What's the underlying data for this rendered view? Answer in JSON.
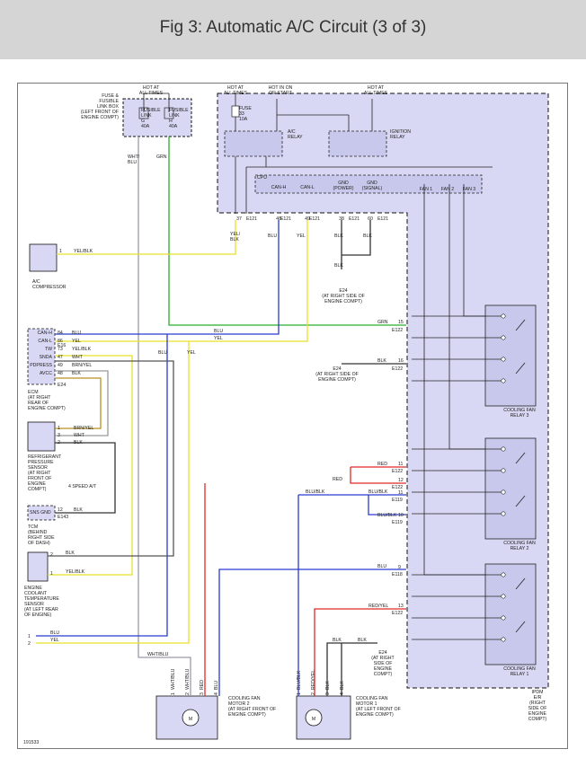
{
  "title": "Fig 3: Automatic A/C Circuit (3 of 3)",
  "colors": {
    "ipdm_fill": "#d8d8f4",
    "ipdm_border": "#000000",
    "grn": "#27b027",
    "blu": "#2a3bd0",
    "yel": "#e8e02a",
    "red": "#e02828",
    "gray": "#9a9aaa",
    "blk": "#222222"
  },
  "fuse_block": {
    "header": "HOT AT\nALL TIMES",
    "label": "FUSE &\nFUSIBLE\nLINK BOX\n(LEFT FRONT OF\nENGINE COMPT)",
    "link_g": "FUSIBLE\nLINK\nG\n40A",
    "link_h": "FUSIBLE\nLINK\nH\n40A"
  },
  "wire_labels": {
    "whtblu_top": "WHT/\nBLU",
    "grn_top": "GRN",
    "yelblk_upper": "YEL/\nBLK",
    "blu_upper": "BLU",
    "yel_upper": "YEL",
    "blk_e121a": "BLK",
    "blk_e121b": "BLK",
    "blk_down": "BLK",
    "ac_comp_wire": "YEL/BLK"
  },
  "ipdm_top": {
    "hot1": "HOT AT\nALL TIMES",
    "hot2": "HOT IN ON\nOR START",
    "hot3": "HOT AT\nALL TIMES",
    "fuse": "FUSE\n33\n10A",
    "ac_relay": "A/C\nRELAY",
    "ign_relay": "IGNITION\nRELAY",
    "cpu": "CPU",
    "canh": "CAN-H",
    "canl": "CAN-L",
    "gnd_power": "GND\n(POWER)",
    "gnd_signal": "GND\n(SIGNAL)",
    "fan1": "FAN 1",
    "fan2": "FAN 2",
    "fan3": "FAN 3"
  },
  "ipdm_pins_bottom": [
    "37",
    "E121",
    "48",
    "E121",
    "49",
    "E121",
    "38",
    "E121",
    "60",
    "E121"
  ],
  "e24_top": "E24\n(AT RIGHT SIDE OF\nENGINE COMPT)",
  "e24_mid": "E24\n(AT RIGHT SIDE OF\nENGINE COMPT)",
  "e24_bottom": "E24\n(AT RIGHT\nSIDE OF\nENGINE\nCOMPT)",
  "ac_compressor": {
    "label": "A/C\nCOMPRESSOR",
    "pin": "1"
  },
  "ecm": {
    "pins": [
      "CAN-H",
      "CAN-L",
      "TW",
      "SNDA",
      "PDPRESS",
      "AVCC"
    ],
    "pin_nums": [
      "84",
      "86",
      "73",
      "47",
      "49",
      "48"
    ],
    "conn": "E16",
    "conn2": "E24",
    "label": "ECM\n(AT RIGHT\nREAR OF\nENGINE COMPT)",
    "wires": [
      "BLU",
      "YEL",
      "YEL/BLK",
      "WHT",
      "BRN/YEL",
      "BLK"
    ]
  },
  "refrig_sensor": {
    "label": "REFRIGERANT\nPRESSURE\nSENSOR\n(AT RIGHT\nFRONT OF\nENGINE\nCOMPT)",
    "pins": [
      "1",
      "3",
      "2"
    ],
    "wires": [
      "BRN/YEL",
      "WHT",
      "BLK"
    ]
  },
  "speed_note": "4 SPEED A/T",
  "tcm": {
    "pin_label": "SNS GND",
    "pin": "12",
    "conn": "E143",
    "wire": "BLK",
    "label": "TCM\n(BEHIND\nRIGHT SIDE\nOF DASH)"
  },
  "ect_sensor": {
    "label": "ENGINE\nCOOLANT\nTEMPERATURE\nSENSOR\n(AT LEFT REAR\nOF ENGINE)",
    "pins": [
      "2",
      "1"
    ],
    "wires": [
      "BLK",
      "YEL/BLK"
    ]
  },
  "left_leads": {
    "pins": [
      "1",
      "2"
    ],
    "wires": [
      "BLU",
      "YEL"
    ]
  },
  "mid_labels": {
    "blu_mid": "BLU",
    "yel_mid": "YEL",
    "blu_mid2": "BLU"
  },
  "relay3_conns": {
    "grn": {
      "wire": "GRN",
      "pin": "15",
      "conn": "E122"
    },
    "blk": {
      "wire": "BLK",
      "pin": "16",
      "conn": "E122"
    }
  },
  "relay2_conns": {
    "red1": {
      "wire": "RED",
      "pin": "11",
      "conn": "E122"
    },
    "red2": {
      "wire": "RED",
      "pin": "12",
      "conn": "E122"
    },
    "blublk1": {
      "wire": "BLU/BLK",
      "pin": "11",
      "conn": "E119"
    },
    "blublk2": {
      "wire": "BLU/BLK",
      "pin": "10",
      "conn": "E119"
    }
  },
  "relay1_conns": {
    "blu": {
      "wire": "BLU",
      "pin": "9",
      "conn": "E118"
    },
    "redyel": {
      "wire": "RED/YEL",
      "pin": "13",
      "conn": "E122"
    },
    "blk": {
      "wire": "BLK",
      "wire2": "BLK"
    }
  },
  "relay_labels": [
    "COOLING FAN\nRELAY 3",
    "COOLING FAN\nRELAY 2",
    "COOLING FAN\nRELAY 1"
  ],
  "motor2": {
    "label": "COOLING FAN\nMOTOR 2\n(AT RIGHT FRONT OF\nENGINE COMPT)",
    "wires": [
      "WHT/BLU",
      "WHT/BLU",
      "RED",
      "BLU"
    ],
    "pins": [
      "1",
      "2",
      "3",
      "4"
    ],
    "whtblu": "WHT/BLU"
  },
  "motor1": {
    "label": "COOLING FAN\nMOTOR 1\n(AT LEFT FRONT OF\nENGINE COMPT)",
    "wires": [
      "BLU/BLK",
      "RED/YEL",
      "BLK",
      "BLK"
    ],
    "pins": [
      "1",
      "2",
      "3",
      "4"
    ]
  },
  "motor_symbol": "M",
  "ipdm_label": "IPDM\nE/R\n(RIGHT\nSIDE OF\nENGINE\nCOMPT)",
  "fig_id": "191533"
}
